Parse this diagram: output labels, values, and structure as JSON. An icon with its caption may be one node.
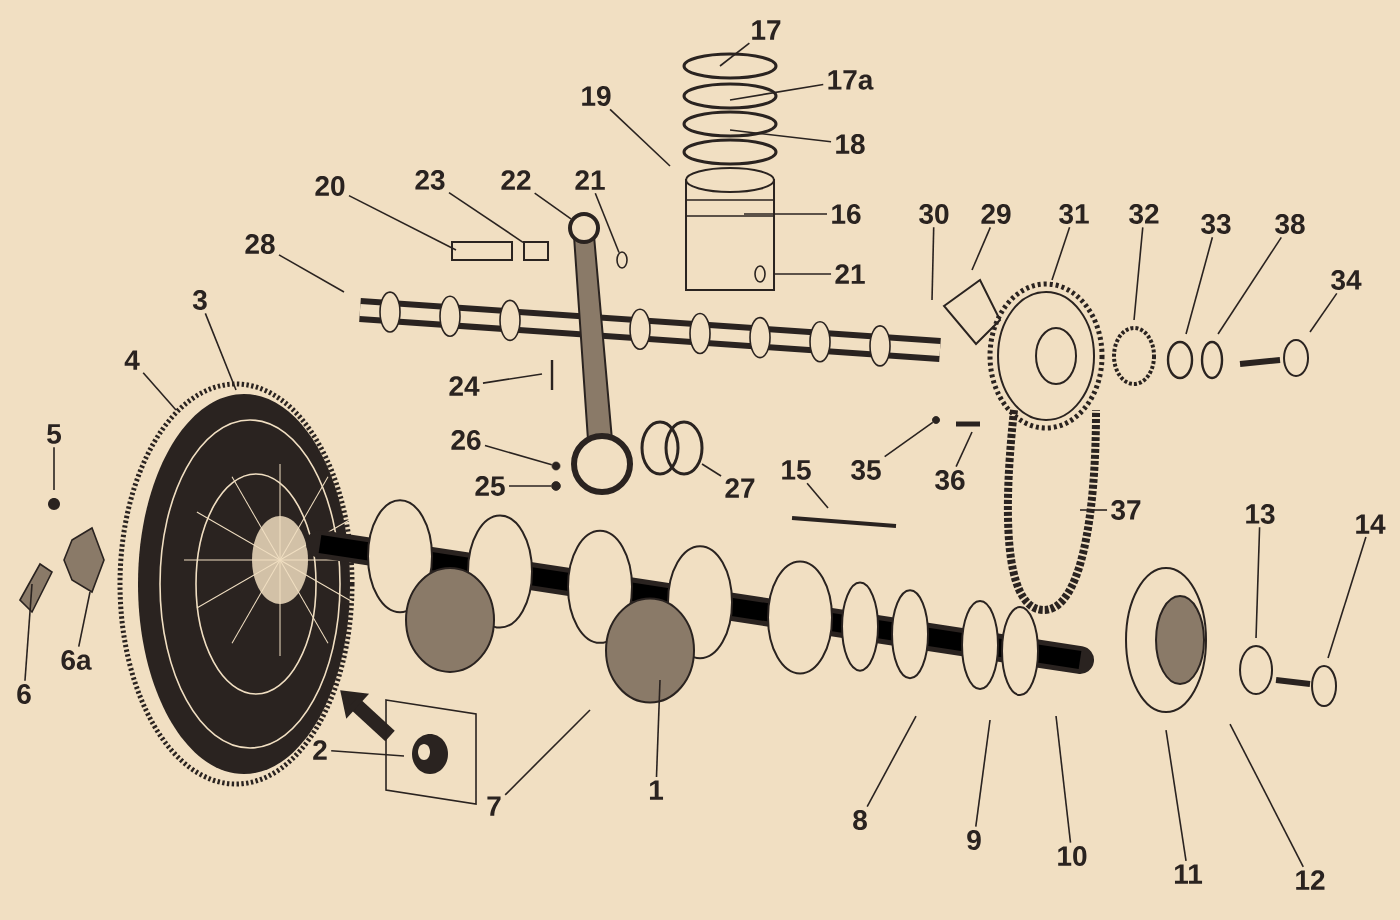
{
  "diagram": {
    "nodes": [
      {
        "text": [
          "17"
        ]
      },
      {
        "text": [
          "17a"
        ]
      },
      {
        "text": [
          "19"
        ]
      },
      {
        "text": [
          "18"
        ]
      },
      {
        "text": [
          "20"
        ]
      },
      {
        "text": [
          "23"
        ]
      },
      {
        "text": [
          "22"
        ]
      },
      {
        "text": [
          "21"
        ]
      },
      {
        "text": [
          "16"
        ]
      },
      {
        "text": [
          "30"
        ]
      },
      {
        "text": [
          "29"
        ]
      },
      {
        "text": [
          "31"
        ]
      },
      {
        "text": [
          "32"
        ]
      },
      {
        "text": [
          "33"
        ]
      },
      {
        "text": [
          "38"
        ]
      },
      {
        "text": [
          "21"
        ]
      },
      {
        "text": [
          "28"
        ]
      },
      {
        "text": [
          "34"
        ]
      },
      {
        "text": [
          "3"
        ]
      },
      {
        "text": [
          "4"
        ]
      },
      {
        "text": [
          "24"
        ]
      },
      {
        "text": [
          "26"
        ]
      },
      {
        "text": [
          "5"
        ]
      },
      {
        "text": [
          "15"
        ]
      },
      {
        "text": [
          "35"
        ]
      },
      {
        "text": [
          "36"
        ]
      },
      {
        "text": [
          "27"
        ]
      },
      {
        "text": [
          "37"
        ]
      },
      {
        "text": [
          "13"
        ]
      },
      {
        "text": [
          "14"
        ]
      },
      {
        "text": [
          "25"
        ]
      },
      {
        "text": [
          "6a"
        ]
      },
      {
        "text": [
          "6"
        ]
      },
      {
        "text": [
          "2"
        ]
      },
      {
        "text": [
          "1"
        ]
      },
      {
        "text": [
          "7"
        ]
      },
      {
        "text": [
          "8"
        ]
      },
      {
        "text": [
          "9"
        ]
      },
      {
        "text": [
          "10"
        ]
      },
      {
        "text": [
          "11"
        ]
      },
      {
        "text": [
          "12"
        ]
      },
      {
        "text": [],
        "shape": "circle"
      },
      {
        "text": [],
        "shape": "circle"
      },
      {
        "text": [],
        "shape": "circle"
      },
      {
        "text": [],
        "shape": "box"
      },
      {
        "text": [],
        "shape": "circle"
      },
      {
        "text": [],
        "shape": "circle"
      }
    ],
    "edges": [
      {
        "from": 0,
        "to": null,
        "arrow": "none"
      },
      {
        "from": 1,
        "to": null,
        "arrow": "none"
      },
      {
        "from": 2,
        "to": null,
        "arrow": "none"
      },
      {
        "from": 3,
        "to": null,
        "arrow": "none"
      },
      {
        "from": 4,
        "to": null,
        "arrow": "none"
      },
      {
        "from": 5,
        "to": 44,
        "arrow": "none"
      },
      {
        "from": 6,
        "to": 45,
        "arrow": "none"
      },
      {
        "from": 7,
        "to": 41,
        "arrow": "none"
      },
      {
        "from": 8,
        "to": null,
        "arrow": "none"
      },
      {
        "from": 9,
        "to": null,
        "arrow": "none"
      },
      {
        "from": 10,
        "to": null,
        "arrow": "none"
      },
      {
        "from": 11,
        "to": null,
        "arrow": "none"
      },
      {
        "from": 12,
        "to": null,
        "arrow": "none"
      },
      {
        "from": 13,
        "to": null,
        "arrow": "none"
      },
      {
        "from": 14,
        "to": null,
        "arrow": "none"
      },
      {
        "from": 15,
        "to": null,
        "arrow": "none"
      },
      {
        "from": 16,
        "to": null,
        "arrow": "none"
      },
      {
        "from": 17,
        "to": null,
        "arrow": "none"
      },
      {
        "from": 18,
        "to": null,
        "arrow": "none"
      },
      {
        "from": 19,
        "to": null,
        "arrow": "none"
      },
      {
        "from": 20,
        "to": null,
        "arrow": "none"
      },
      {
        "from": 21,
        "to": 42,
        "arrow": "none"
      },
      {
        "from": 22,
        "to": null,
        "arrow": "none"
      },
      {
        "from": 23,
        "to": null,
        "arrow": "none"
      },
      {
        "from": 24,
        "to": 46,
        "arrow": "none"
      },
      {
        "from": 25,
        "to": null,
        "arrow": "none"
      },
      {
        "from": 26,
        "to": null,
        "arrow": "none"
      },
      {
        "from": 27,
        "to": null,
        "arrow": "none"
      },
      {
        "from": 28,
        "to": null,
        "arrow": "none"
      },
      {
        "from": 29,
        "to": null,
        "arrow": "none"
      },
      {
        "from": 30,
        "to": 43,
        "arrow": "none"
      },
      {
        "from": 31,
        "to": null,
        "arrow": "none"
      },
      {
        "from": 32,
        "to": null,
        "arrow": "none"
      },
      {
        "from": 33,
        "to": null,
        "arrow": "none"
      },
      {
        "from": 34,
        "to": null,
        "arrow": "none"
      },
      {
        "from": 35,
        "to": null,
        "arrow": "none"
      },
      {
        "from": 36,
        "to": null,
        "arrow": "none"
      },
      {
        "from": 37,
        "to": null,
        "arrow": "none"
      },
      {
        "from": 38,
        "to": null,
        "arrow": "none"
      },
      {
        "from": 39,
        "to": null,
        "arrow": "none"
      },
      {
        "from": 40,
        "to": null,
        "arrow": "none"
      }
    ]
  }
}
